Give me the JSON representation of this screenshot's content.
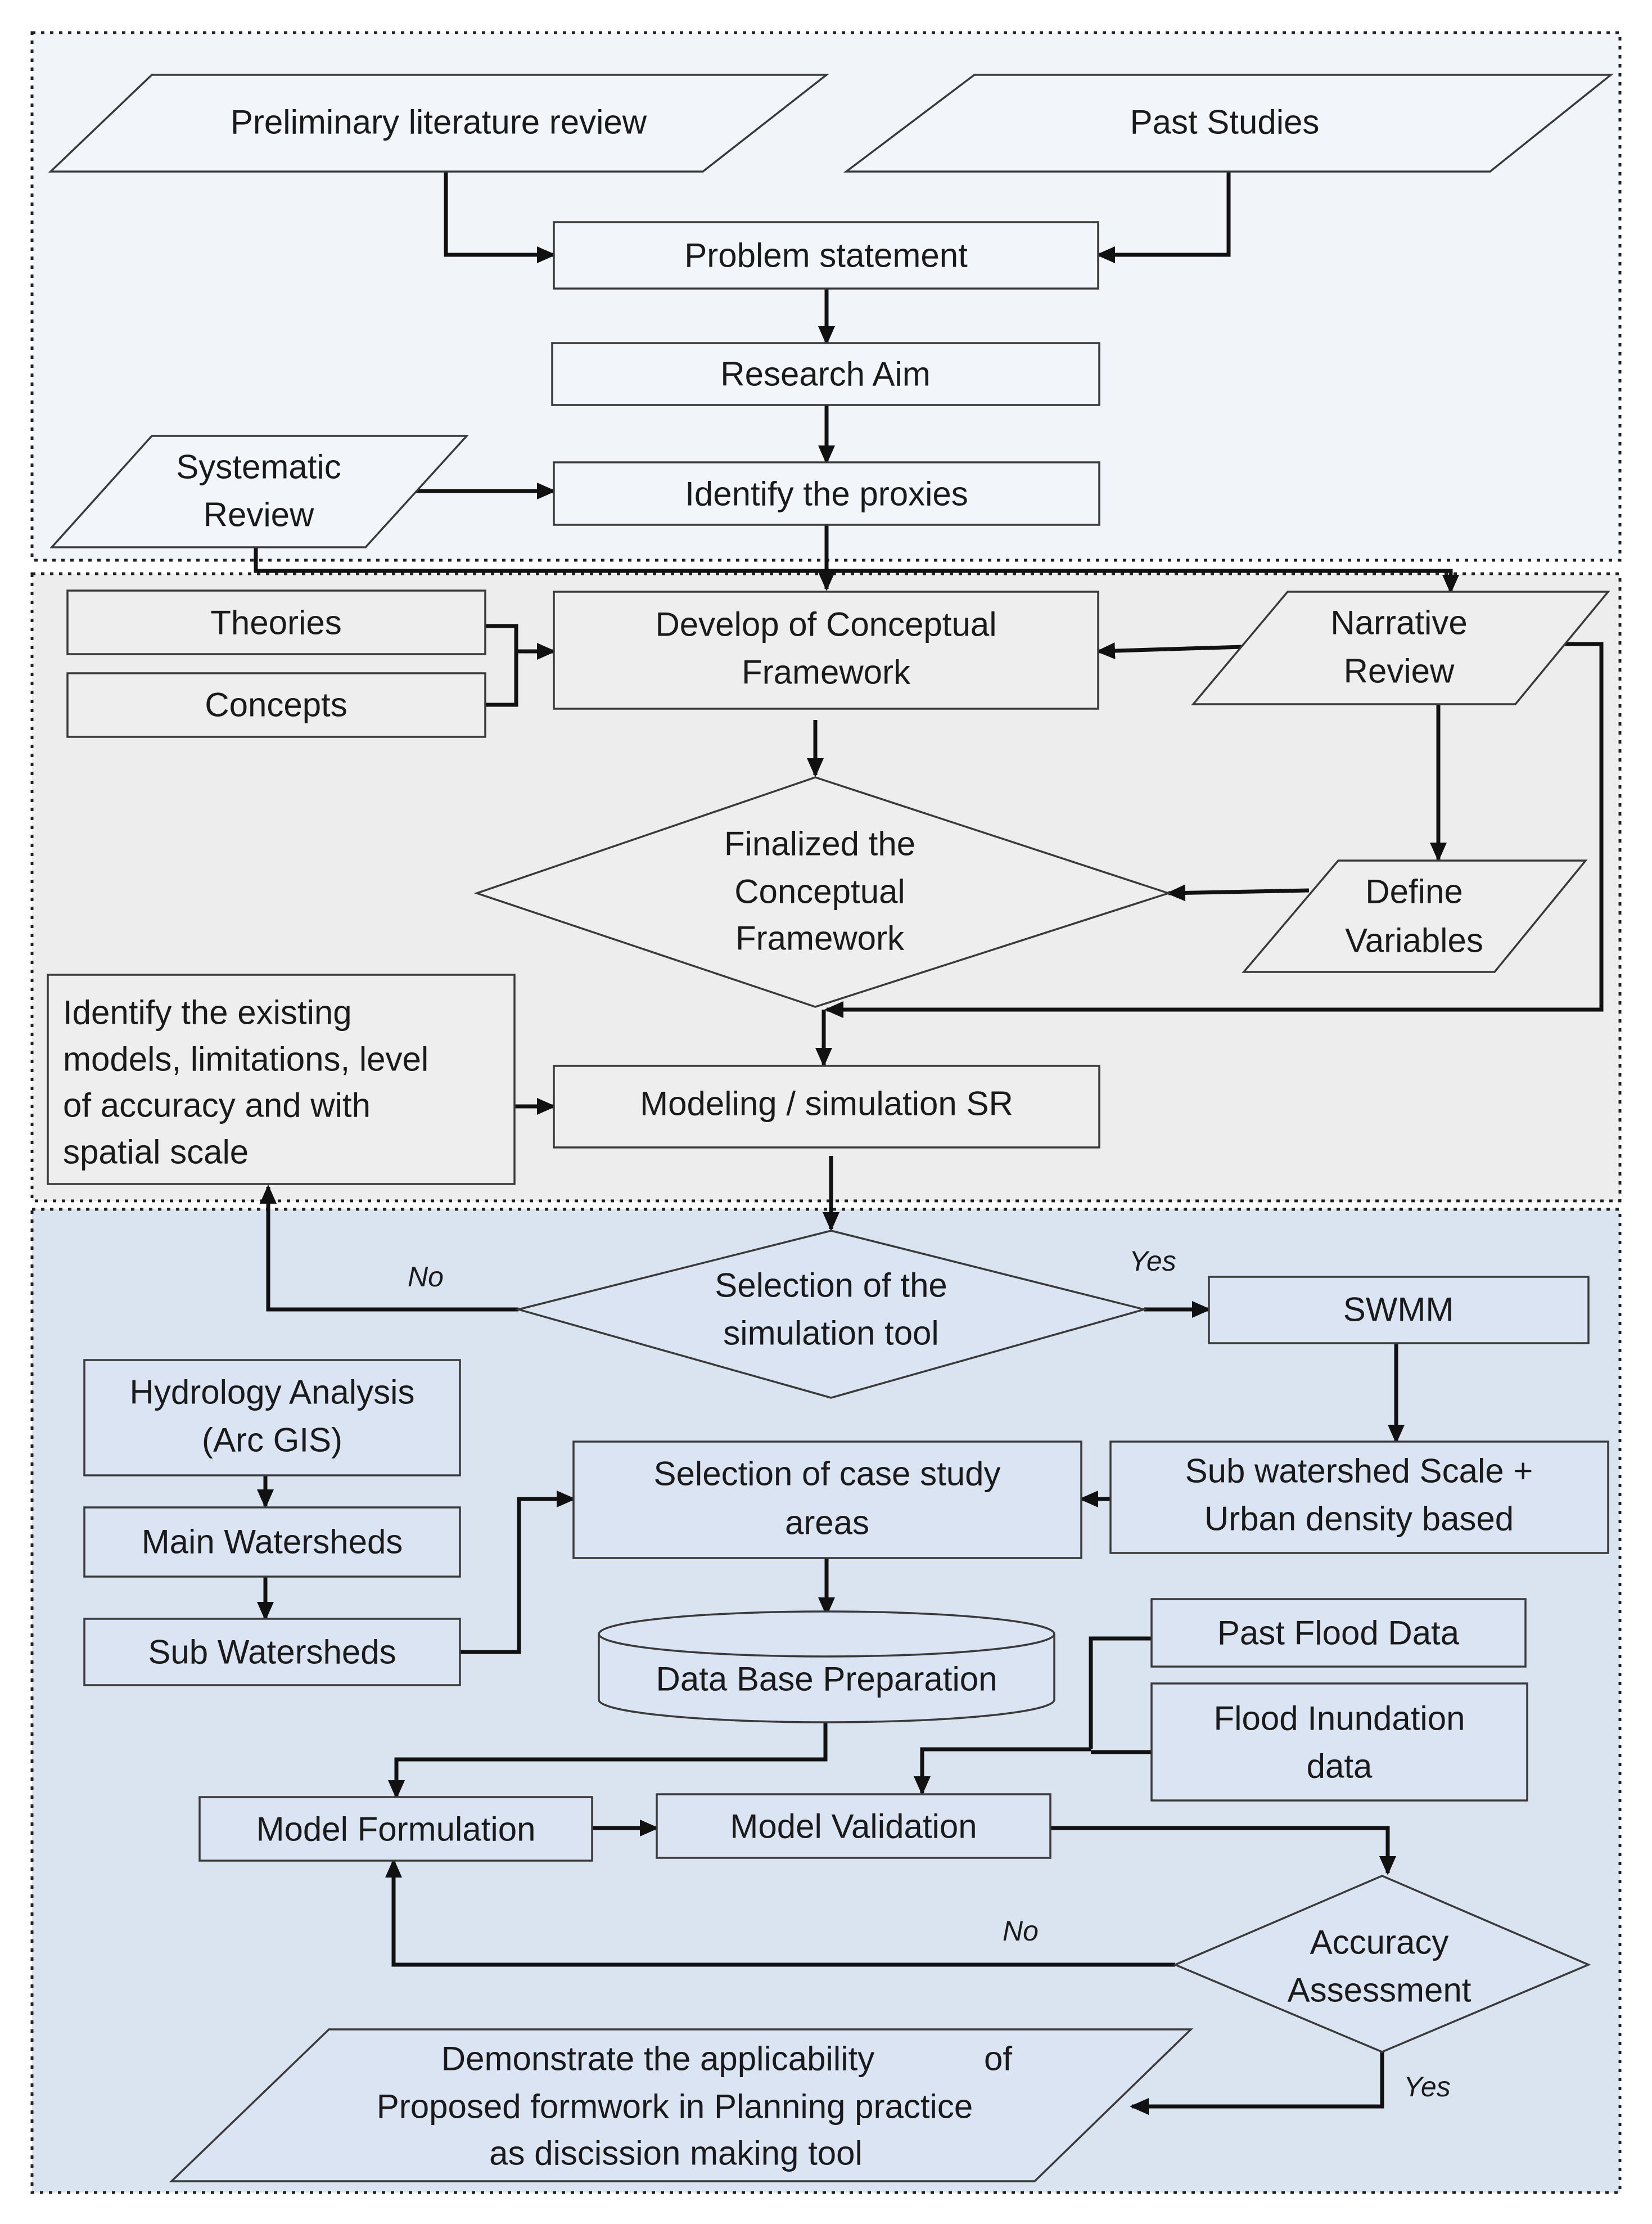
{
  "colors": {
    "panel_top": "#f1f5fa",
    "panel_middle": "#ededed",
    "panel_bottom": "#dae3f0",
    "node_fill_top": "#f2f6fb",
    "node_fill_middle": "#eeeeee",
    "node_fill_bottom": "#dbe4f2",
    "connector": "#111111"
  },
  "nodes": {
    "preliminary_literature_review": "Preliminary literature review",
    "past_studies": "Past Studies",
    "problem_statement": "Problem statement",
    "research_aim": "Research Aim",
    "systematic_review": [
      "Systematic",
      "Review"
    ],
    "identify_proxies": "Identify the proxies",
    "theories": "Theories",
    "concepts": "Concepts",
    "develop_conceptual_framework": [
      "Develop of Conceptual",
      "Framework"
    ],
    "narrative_review": [
      "Narrative",
      "Review"
    ],
    "finalized_conceptual_framework": [
      "Finalized the",
      "Conceptual",
      "Framework"
    ],
    "define_variables": [
      "Define",
      "Variables"
    ],
    "identify_existing_models": [
      "Identify the existing",
      "models, limitations, level",
      "of accuracy and with",
      "spatial scale"
    ],
    "modeling_simulation": "Modeling / simulation SR",
    "selection_simulation_tool": [
      "Selection of the",
      "simulation tool"
    ],
    "swmm": "SWMM",
    "hydrology_analysis": [
      "Hydrology Analysis",
      "(Arc GIS)"
    ],
    "main_watersheds": "Main Watersheds",
    "sub_watersheds": "Sub Watersheds",
    "selection_case_study": [
      "Selection of case study",
      "areas"
    ],
    "sub_watershed_scale": [
      "Sub watershed Scale +",
      "Urban density based"
    ],
    "past_flood_data": "Past Flood Data",
    "data_base_preparation": "Data Base Preparation",
    "flood_inundation_data": [
      "Flood Inundation",
      "data"
    ],
    "model_formulation": "Model Formulation",
    "model_validation": "Model Validation",
    "accuracy_assessment": [
      "Accuracy",
      "Assessment"
    ],
    "demonstrate_applicability": [
      "Demonstrate the applicability",
      "of",
      "Proposed formwork in Planning practice",
      "as discission making tool"
    ]
  },
  "branch_labels": {
    "tool_no": "No",
    "tool_yes": "Yes",
    "accuracy_no": "No",
    "accuracy_yes": "Yes"
  }
}
